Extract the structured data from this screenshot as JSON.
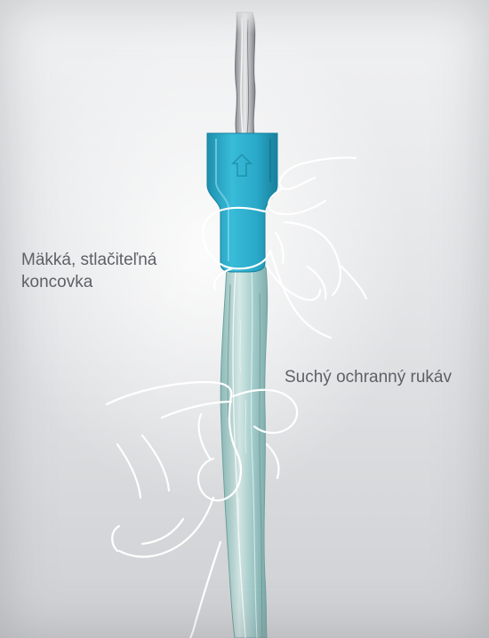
{
  "labels": {
    "tip_line1": "Mäkká, stlačiteľná",
    "tip_line2": "koncovka",
    "sleeve": "Suchý ochranný rukáv"
  },
  "colors": {
    "connector": "#2aa9c8",
    "sleeve": "#8fc4c2",
    "hand_outline": "#ffffff",
    "label_text": "#5d6166"
  },
  "icons": {
    "connector_arrow": "up-arrow"
  }
}
